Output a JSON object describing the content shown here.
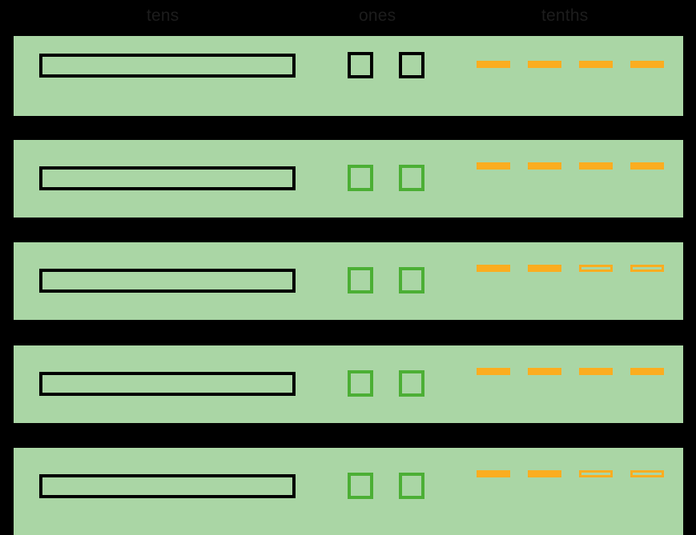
{
  "colors": {
    "background": "#000000",
    "row_band": "#aad6a5",
    "outline_black": "#000000",
    "outline_green": "#4caf35",
    "dash_orange": "#fbad20",
    "header_text": "#1d1d1d"
  },
  "headers": {
    "tens": "tens",
    "ones": "ones",
    "tenths": "tenths"
  },
  "rows": [
    {
      "index": 1,
      "rod": {
        "present": true,
        "outline": "black",
        "count": 1
      },
      "units": [
        {
          "outline": "black"
        },
        {
          "outline": "black"
        }
      ],
      "dashes": [
        {
          "style": "solid"
        },
        {
          "style": "solid"
        },
        {
          "style": "solid"
        },
        {
          "style": "solid"
        }
      ]
    },
    {
      "index": 2,
      "rod": {
        "present": true,
        "outline": "black",
        "count": 1
      },
      "units": [
        {
          "outline": "green"
        },
        {
          "outline": "green"
        }
      ],
      "dashes": [
        {
          "style": "solid"
        },
        {
          "style": "solid"
        },
        {
          "style": "solid"
        },
        {
          "style": "solid"
        }
      ]
    },
    {
      "index": 3,
      "rod": {
        "present": true,
        "outline": "black",
        "count": 1
      },
      "units": [
        {
          "outline": "green"
        },
        {
          "outline": "green"
        }
      ],
      "dashes": [
        {
          "style": "solid"
        },
        {
          "style": "solid"
        },
        {
          "style": "hollow"
        },
        {
          "style": "hollow"
        }
      ]
    },
    {
      "index": 4,
      "rod": {
        "present": true,
        "outline": "black",
        "count": 1
      },
      "units": [
        {
          "outline": "green"
        },
        {
          "outline": "green"
        }
      ],
      "dashes": [
        {
          "style": "solid"
        },
        {
          "style": "solid"
        },
        {
          "style": "solid"
        },
        {
          "style": "solid"
        }
      ]
    },
    {
      "index": 5,
      "rod": {
        "present": true,
        "outline": "black",
        "count": 1
      },
      "units": [
        {
          "outline": "green"
        },
        {
          "outline": "green"
        }
      ],
      "dashes": [
        {
          "style": "solid"
        },
        {
          "style": "solid"
        },
        {
          "style": "hollow"
        },
        {
          "style": "hollow"
        }
      ]
    }
  ]
}
